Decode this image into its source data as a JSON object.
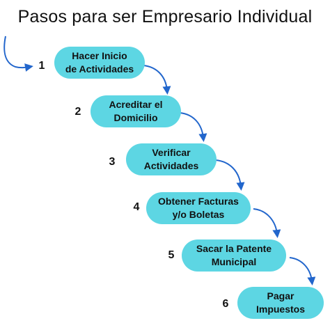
{
  "title": "Pasos para ser Empresario Individual",
  "accent_color": "#5dd6e3",
  "arrow_color": "#2266cc",
  "steps": [
    {
      "number": "1",
      "label": "Hacer Inicio\nde Actividades"
    },
    {
      "number": "2",
      "label": "Acreditar el\nDomicilio"
    },
    {
      "number": "3",
      "label": "Verificar\nActividades"
    },
    {
      "number": "4",
      "label": "Obtener Facturas\ny/o Boletas"
    },
    {
      "number": "5",
      "label": "Sacar la Patente\nMunicipal"
    },
    {
      "number": "6",
      "label": "Pagar\nImpuestos"
    }
  ]
}
